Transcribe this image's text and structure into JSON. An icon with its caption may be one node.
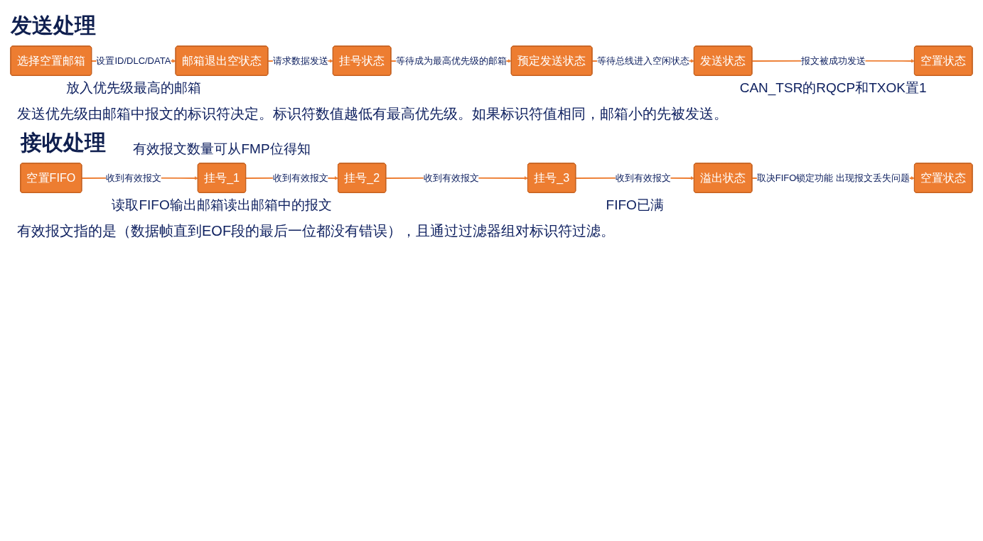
{
  "diagram": {
    "nodes": [
      {
        "text": [
          "选择空置邮箱"
        ]
      },
      {
        "text": [
          "邮箱退出空状态"
        ]
      },
      {
        "text": [
          "挂号状态"
        ]
      },
      {
        "text": [
          "预定发送状态"
        ]
      },
      {
        "text": [
          "发送状态"
        ]
      },
      {
        "text": [
          "空置状态"
        ]
      },
      {
        "text": [
          "空置FIFO"
        ]
      },
      {
        "text": [
          "挂号_1"
        ]
      },
      {
        "text": [
          "挂号_2"
        ]
      },
      {
        "text": [
          "挂号_3"
        ]
      },
      {
        "text": [
          "溢出状态"
        ]
      },
      {
        "text": [
          "空置状态"
        ]
      }
    ],
    "edges": [
      {
        "from": 0,
        "to": 1,
        "arrow": "to",
        "label": "设置ID/DLC/DATA"
      },
      {
        "from": 1,
        "to": 2,
        "arrow": "to",
        "label": "请求数据发送"
      },
      {
        "from": 2,
        "to": 3,
        "arrow": "to",
        "label": "等待成为最高优先级的邮箱"
      },
      {
        "from": 3,
        "to": 4,
        "arrow": "to",
        "label": "等待总线进入空闲状态"
      },
      {
        "from": 4,
        "to": 5,
        "arrow": "to",
        "label": "报文被成功发送"
      },
      {
        "from": 6,
        "to": 7,
        "arrow": "to",
        "label": "收到有效报文"
      },
      {
        "from": 7,
        "to": 8,
        "arrow": "to",
        "label": "收到有效报文"
      },
      {
        "from": 8,
        "to": 9,
        "arrow": "to",
        "label": "收到有效报文"
      },
      {
        "from": 9,
        "to": 10,
        "arrow": "to",
        "label": "收到有效报文"
      },
      {
        "from": 10,
        "to": 11,
        "arrow": "to",
        "label": "取决FIFO锁定功能 出现报文丢失问题"
      }
    ],
    "labels": [
      "发送处理",
      "放入优先级最高的邮箱",
      "CAN_TSR的RQCP和TXOK置1",
      "发送优先级由邮箱中报文的标识符决定。标识符数值越低有最高优先级。如果标识符值相同，邮箱小的先被发送。",
      "接收处理",
      "有效报文数量可从FMP位得知",
      "读取FIFO输出邮箱读出邮箱中的报文",
      "FIFO已满",
      "有效报文指的是（数据帧直到EOF段的最后一位都没有错误），且通过过滤器组对标识符过滤。"
    ]
  }
}
